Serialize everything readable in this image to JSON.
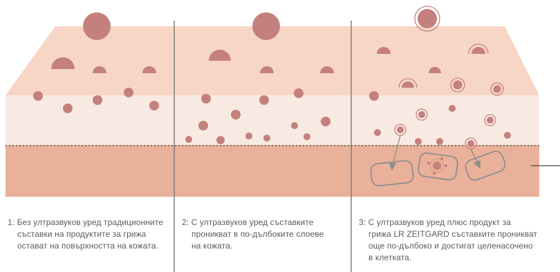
{
  "panels": [
    {
      "caption_lines": [
        "1: Без ултразвуков уред традиционните",
        "съставки на продуктите за грижа",
        "остават на повърхността на кожата."
      ]
    },
    {
      "caption_lines": [
        "2: С ултразвуков уред съставките",
        "проникват в по-дълбоките слоеве",
        "на кожата."
      ]
    },
    {
      "caption_lines": [
        "3: С ултразвуков уред плюс продукт за",
        "грижа LR ZEITGARD съставките проникват",
        "още по-дълбоко и достигат целенасочено",
        "в клетката."
      ]
    }
  ],
  "colors": {
    "skin_top": "#f7d3c2",
    "skin_mid": "#f8eae3",
    "skin_dermis": "#eab19a",
    "particle": "#c4807c",
    "divider": "#7d7d7d",
    "cell_outline": "#8e8e8e"
  }
}
